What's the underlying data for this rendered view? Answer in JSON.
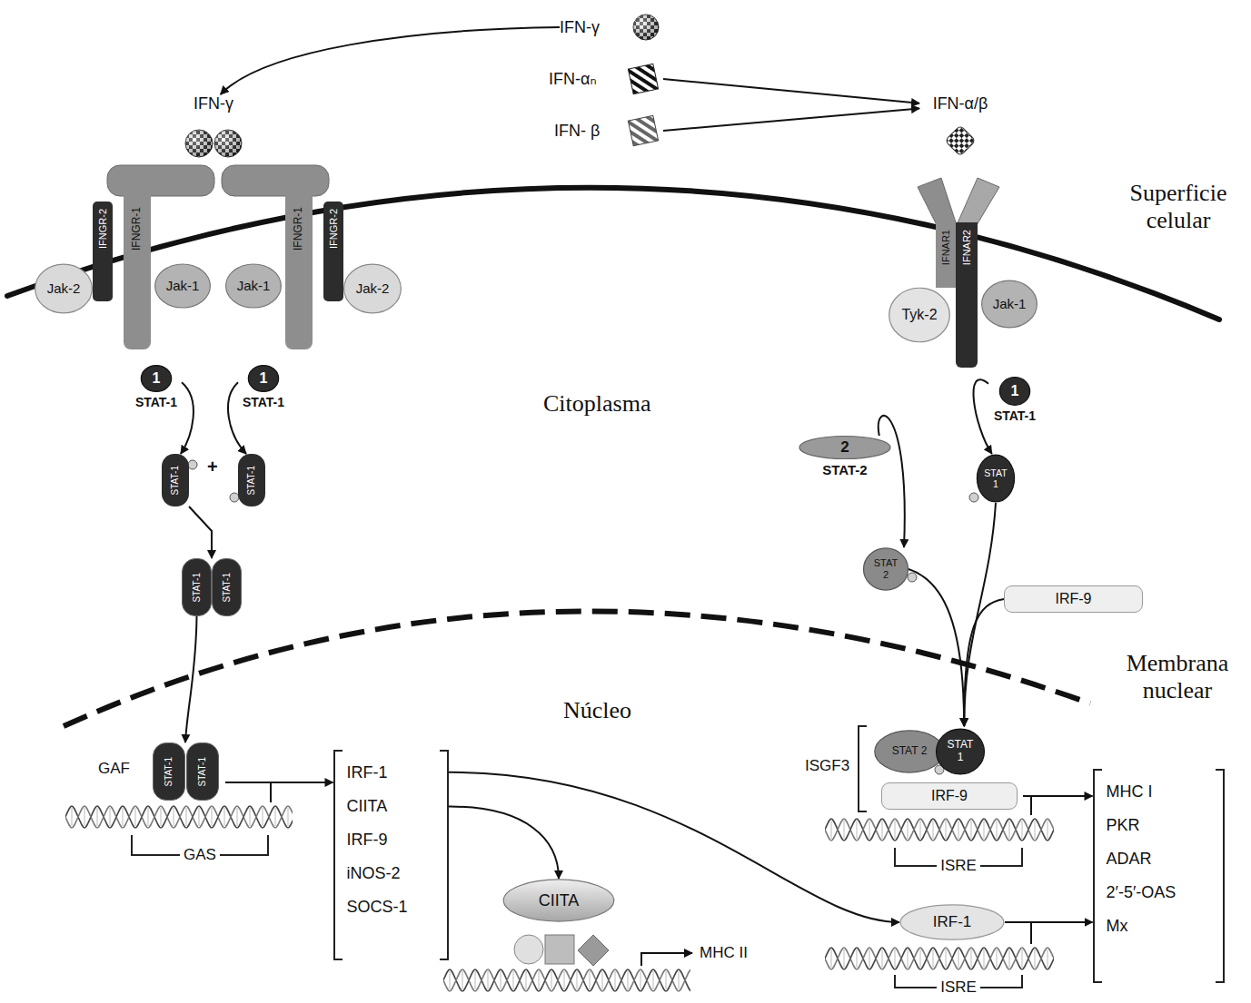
{
  "diagram": {
    "nodes": [
      {
        "text": [
          "IFN-γ"
        ]
      },
      {
        "text": [
          "IFN-αₙ"
        ]
      },
      {
        "text": [
          "IFN- β"
        ]
      },
      {
        "text": [
          "IFN-γ"
        ]
      },
      {
        "text": [
          "IFN-α/β"
        ]
      },
      {
        "text": [
          "IFNGR-2"
        ]
      },
      {
        "text": [
          "IFNGR-1"
        ]
      },
      {
        "text": [
          "Jak-2"
        ]
      },
      {
        "text": [
          "Jak-1"
        ]
      },
      {
        "text": [
          "Jak-1"
        ]
      },
      {
        "text": [
          "IFNGR-1"
        ]
      },
      {
        "text": [
          "IFNGR-2"
        ]
      },
      {
        "text": [
          "Jak-2"
        ]
      },
      {
        "text": [
          "IFNAR1"
        ]
      },
      {
        "text": [
          "IFNAR2"
        ]
      },
      {
        "text": [
          "Tyk-2"
        ]
      },
      {
        "text": [
          "Jak-1"
        ]
      },
      {
        "text": [
          "1",
          "STAT-1"
        ]
      },
      {
        "text": [
          "1",
          "STAT-1"
        ]
      },
      {
        "text": [
          "STAT-1"
        ]
      },
      {
        "text": [
          "STAT-1"
        ]
      },
      {
        "text": [
          "STAT-1"
        ]
      },
      {
        "text": [
          "STAT-1"
        ]
      },
      {
        "text": [
          "2",
          "STAT-2"
        ]
      },
      {
        "text": [
          "1",
          "STAT-1"
        ]
      },
      {
        "text": [
          "STAT 1"
        ]
      },
      {
        "text": [
          "STAT 2"
        ]
      },
      {
        "text": [
          "IRF-9"
        ]
      },
      {
        "text": [
          "GAF"
        ]
      },
      {
        "text": [
          "STAT-1"
        ],
        "in": 28
      },
      {
        "text": [
          "STAT-1"
        ],
        "in": 28
      },
      {
        "text": [
          "IRF-1",
          "CIITA",
          "IRF-9",
          "iNOS-2",
          "SOCS-1"
        ]
      },
      {
        "text": [
          "ISGF3"
        ]
      },
      {
        "text": [
          "STAT 2"
        ],
        "in": 32
      },
      {
        "text": [
          "STAT 1"
        ],
        "in": 32
      },
      {
        "text": [
          "IRF-9"
        ],
        "in": 32
      },
      {
        "text": [
          "MHC I",
          "PKR",
          "ADAR",
          "2′-5′-OAS",
          "Mx"
        ]
      },
      {
        "text": [
          "CIITA"
        ]
      },
      {
        "text": [
          "IRF-1"
        ]
      }
    ],
    "edges": [
      {
        "from": 0,
        "to": 3,
        "arrow": "to"
      },
      {
        "from": 1,
        "to": 4,
        "arrow": "to"
      },
      {
        "from": 2,
        "to": 4,
        "arrow": "to"
      },
      {
        "from": 17,
        "to": 19,
        "arrow": "to"
      },
      {
        "from": 18,
        "to": 20,
        "arrow": "to"
      },
      {
        "from": 19,
        "to": 21,
        "arrow": "to"
      },
      {
        "from": 21,
        "to": 29,
        "arrow": "to"
      },
      {
        "from": 28,
        "to": 31,
        "arrow": "to"
      },
      {
        "from": 31,
        "to": 37,
        "arrow": "to"
      },
      {
        "from": 31,
        "to": 38,
        "arrow": "to"
      },
      {
        "from": 24,
        "to": 25,
        "arrow": "to"
      },
      {
        "from": 23,
        "to": 26,
        "arrow": "to"
      },
      {
        "from": 25,
        "to": 32,
        "arrow": "to"
      },
      {
        "from": 26,
        "to": 32,
        "arrow": "to"
      },
      {
        "from": 27,
        "to": 32,
        "arrow": "to"
      },
      {
        "from": 32,
        "to": 36,
        "arrow": "to"
      },
      {
        "from": 38,
        "to": 36,
        "arrow": "to"
      }
    ],
    "labels": [
      "Superficie celular",
      "Citoplasma",
      "+",
      "Membrana nuclear",
      "Núcleo",
      "GAS",
      "ISRE",
      "MHC II",
      "ISRE"
    ]
  }
}
